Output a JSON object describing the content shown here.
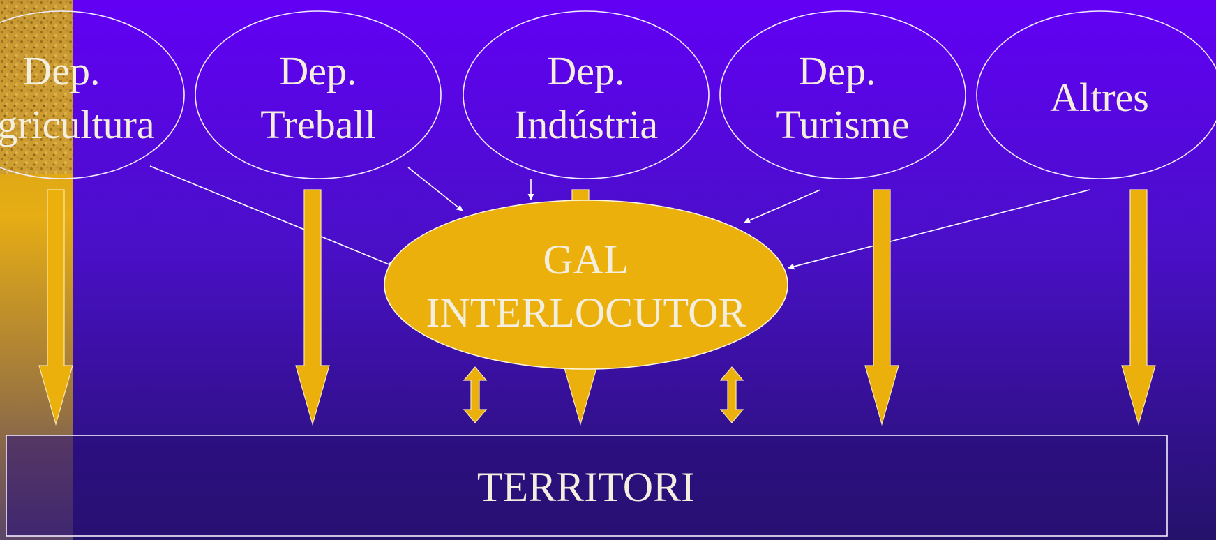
{
  "colors": {
    "background_top": "#6200F5",
    "background_bottom": "#24126A",
    "gold": "#ECB00C",
    "text": "#F4EEDF",
    "outline": "#FFFFFF"
  },
  "departments": [
    {
      "id": "agricultura",
      "lines": [
        "Dep.",
        "Agricultura"
      ]
    },
    {
      "id": "treball",
      "lines": [
        "Dep.",
        "Treball"
      ]
    },
    {
      "id": "industria",
      "lines": [
        "Dep.",
        "Indústria"
      ]
    },
    {
      "id": "turisme",
      "lines": [
        "Dep.",
        "Turisme"
      ]
    },
    {
      "id": "altres",
      "lines": [
        "Altres"
      ]
    }
  ],
  "gal": {
    "lines": [
      "GAL",
      "INTERLOCUTOR"
    ]
  },
  "territori": {
    "label": "TERRITORI"
  }
}
